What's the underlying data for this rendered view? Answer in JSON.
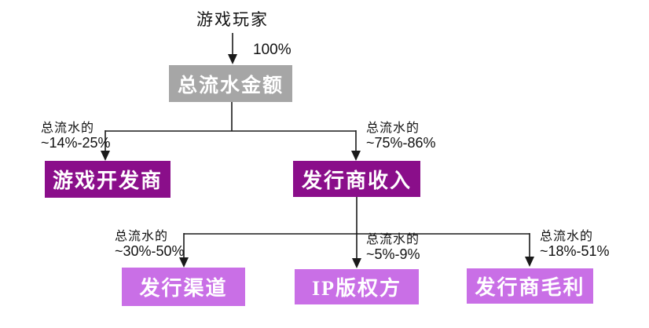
{
  "diagram": {
    "player": {
      "label": "游戏玩家",
      "pct": "100%"
    },
    "root": {
      "label": "总流水金额"
    },
    "level2": [
      {
        "label": "游戏开发商",
        "share_prefix": "总流水的",
        "share_range": "~14%-25%"
      },
      {
        "label": "发行商收入",
        "share_prefix": "总流水的",
        "share_range": "~75%-86%"
      }
    ],
    "level3": [
      {
        "label": "发行渠道",
        "share_prefix": "总流水的",
        "share_range": "~30%-50%"
      },
      {
        "label": "IP版权方",
        "share_prefix": "总流水的",
        "share_range": "~5%-9%"
      },
      {
        "label": "发行商毛利",
        "share_prefix": "总流水的",
        "share_range": "~18%-51%"
      }
    ],
    "colors": {
      "root_box": "#A6A6A6",
      "level2_box": "#8A0E8A",
      "level3_box": "#C96FE6",
      "connector": "#1A1A1A",
      "box_text": "#FFFFFF",
      "label_text": "#111111"
    }
  }
}
